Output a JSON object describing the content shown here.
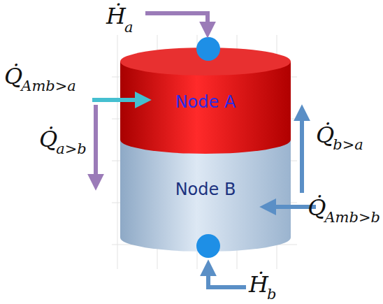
{
  "diagram": {
    "nodes": [
      {
        "text": [
          "Node A"
        ]
      },
      {
        "text": [
          "Node B"
        ]
      }
    ],
    "labels": [
      "Ḣ",
      "a",
      "Q̇",
      "Amb>a",
      "Q̇",
      "a>b",
      "Q̇",
      "b>a",
      "Q̇",
      "Amb>b",
      "Ḣ",
      "b"
    ]
  }
}
